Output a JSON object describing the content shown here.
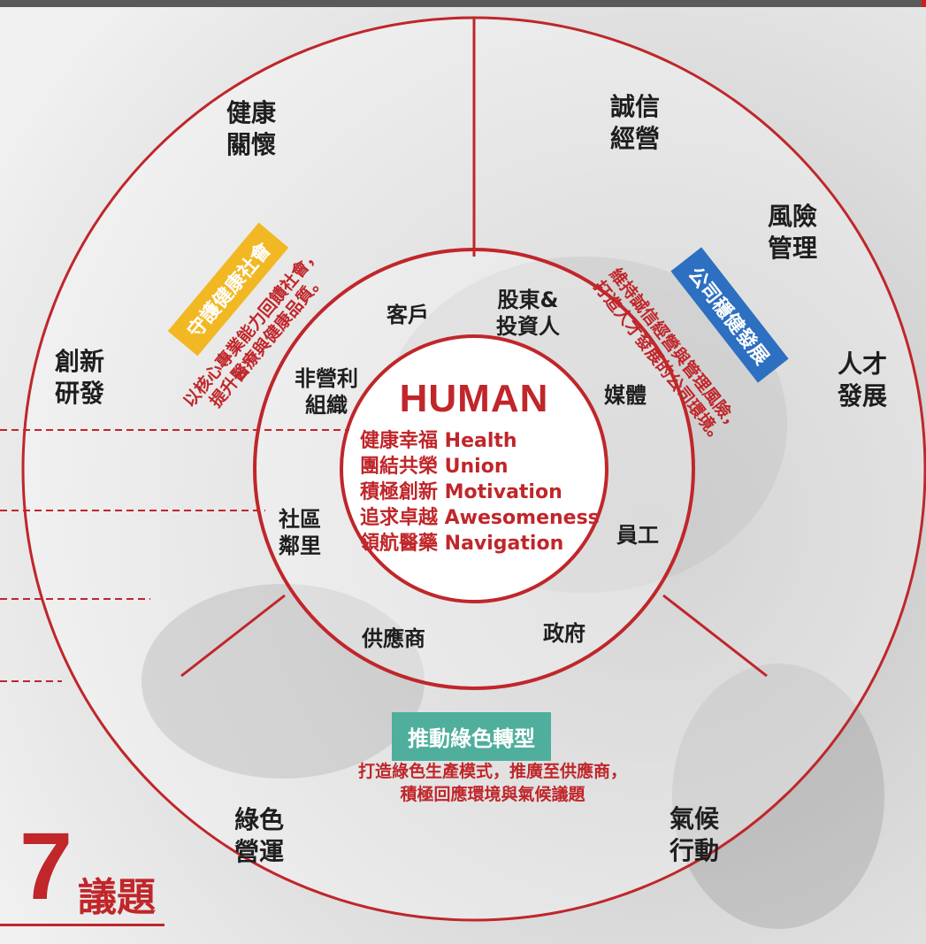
{
  "center": {
    "title": "HUMAN",
    "values": [
      "健康幸福 Health",
      "團結共榮 Union",
      "積極創新 Motivation",
      "追求卓越 Awesomeness",
      "領航醫藥 Navigation"
    ]
  },
  "stakeholders": {
    "customers": "客戶",
    "shareholders": "股東&\n投資人",
    "media": "媒體",
    "employees": "員工",
    "government": "政府",
    "suppliers": "供應商",
    "community": "社區\n鄰里",
    "nonprofit": "非營利\n組織"
  },
  "issues": {
    "health_care": "健康\n關懷",
    "integrity": "誠信\n經營",
    "risk": "風險\n管理",
    "talent": "人才\n發展",
    "climate": "氣候\n行動",
    "green_ops": "綠色\n營運",
    "innovation": "創新\n研發"
  },
  "pillars": {
    "society": {
      "title": "守護健康社會",
      "desc_line1": "以核心專業能力回饋社會，",
      "desc_line2": "提升醫療與健康品質。"
    },
    "company": {
      "title": "公司穩健發展",
      "desc_line1": "維持誠信經營與管理風險，",
      "desc_line2": "打造人才發展的公司環境。"
    },
    "green": {
      "title": "推動綠色轉型",
      "desc": "打造綠色生產模式，推廣至供應商，\n積極回應環境與氣候議題"
    }
  },
  "badge": {
    "number": "7",
    "label": "議題"
  },
  "colors": {
    "accent": "#c0262a",
    "yellow": "#f2b824",
    "blue": "#2d6fc1",
    "teal": "#4fae9c"
  }
}
